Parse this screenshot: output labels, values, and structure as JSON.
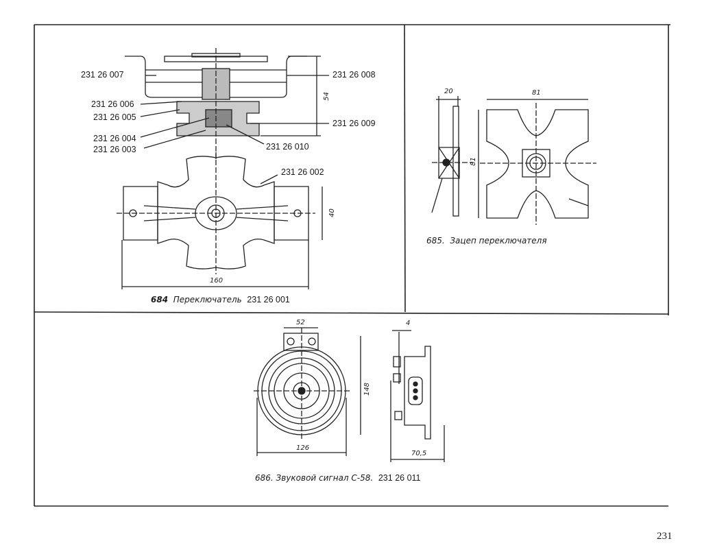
{
  "fig684": {
    "caption_number": "684",
    "caption_title": "Переключатель",
    "caption_part": "231 26 001",
    "part_labels": [
      "231 26 007",
      "231 26 006",
      "231 26 005",
      "231 26 004",
      "231 26 003",
      "231 26 008",
      "231 26 009",
      "231 26 010",
      "231 26 002"
    ],
    "dims": {
      "height": "54",
      "width_plan": "40",
      "length": "160"
    }
  },
  "fig685": {
    "caption_number": "685.",
    "caption_title": "Зацеп переключателя",
    "dims": {
      "thickness": "20",
      "width": "81",
      "height": "81"
    }
  },
  "fig686": {
    "caption_number": "686.",
    "caption_title": "Звуковой сигнал С-58.",
    "caption_part": "231 26 011",
    "dims": {
      "bracket": "52",
      "height": "148",
      "diameter": "126",
      "depth": "70,5",
      "plate": "4"
    }
  },
  "page_number": "231"
}
